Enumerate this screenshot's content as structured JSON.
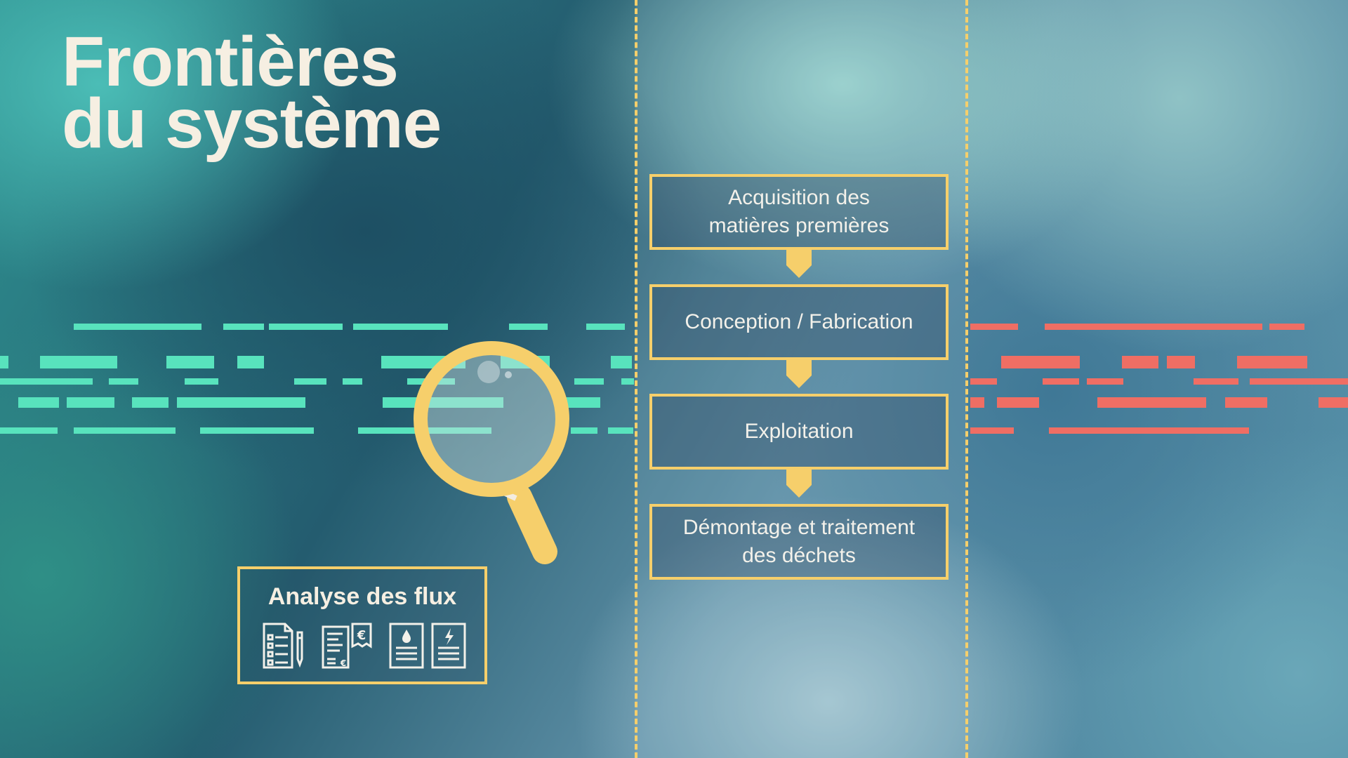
{
  "title": {
    "line1": "Frontières",
    "line2": "du système"
  },
  "flow_steps": [
    {
      "line1": "Acquisition des",
      "line2": "matières premières"
    },
    {
      "line1": "Conception / Fabrication",
      "line2": ""
    },
    {
      "line1": "Exploitation",
      "line2": ""
    },
    {
      "line1": "Démontage et traitement",
      "line2": "des déchets"
    }
  ],
  "flux_box": {
    "title": "Analyse des flux",
    "icons": [
      "checklist-document-icon",
      "invoice-euro-icon",
      "water-bill-icon",
      "electricity-bill-icon"
    ]
  },
  "colors": {
    "accent_yellow": "#f6cf6b",
    "inside_flow_green": "#58e3bd",
    "outside_flow_red": "#ef6e64",
    "title_cream": "#f6efe2"
  }
}
